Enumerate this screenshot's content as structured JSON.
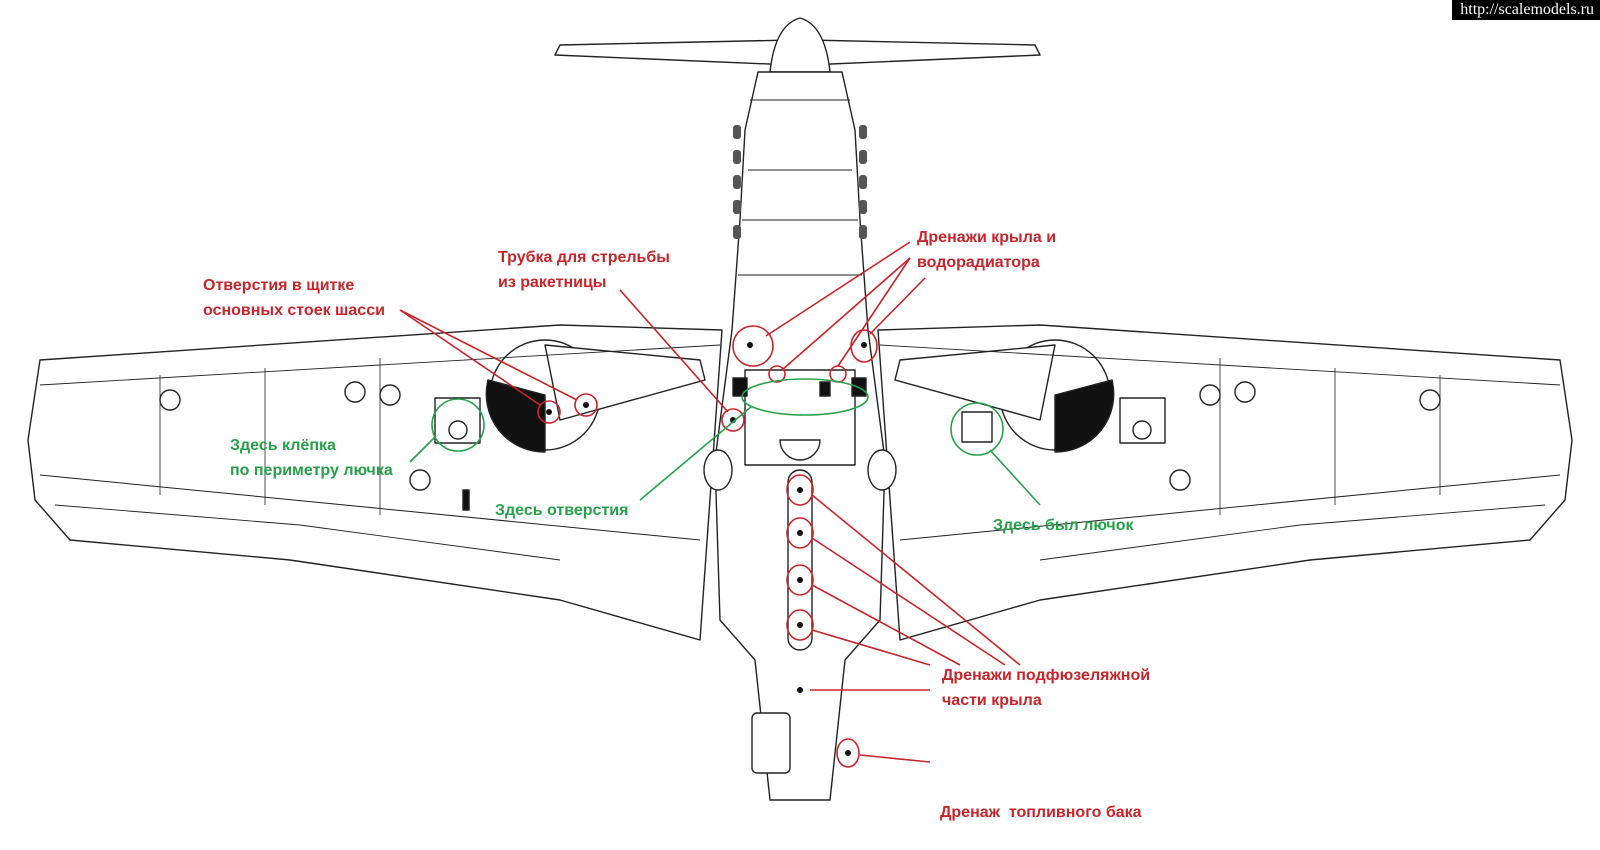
{
  "watermark": "http://scalemodels.ru",
  "colors": {
    "red": "#c8242a",
    "green": "#27a04a",
    "line": "#222222"
  },
  "annotations": {
    "chassis_flap_holes": [
      "Отверстия в щитке",
      "основных стоек шасси"
    ],
    "flare_gun_tube": [
      "Трубка для стрельбы",
      "из ракетницы"
    ],
    "wing_radiator_drains": [
      "Дренажи крыла и",
      "водорадиатора"
    ],
    "rivets_hatch": [
      "Здесь клёпка",
      "по периметру лючка"
    ],
    "holes_here": [
      "Здесь отверстия"
    ],
    "was_hatch": [
      "Здесь был лючок"
    ],
    "underfuselage_wing_drains": [
      "Дренажи подфюзеляжной",
      "части крыла"
    ],
    "fuel_tank_drain": [
      "Дренаж  топливного бака"
    ]
  }
}
